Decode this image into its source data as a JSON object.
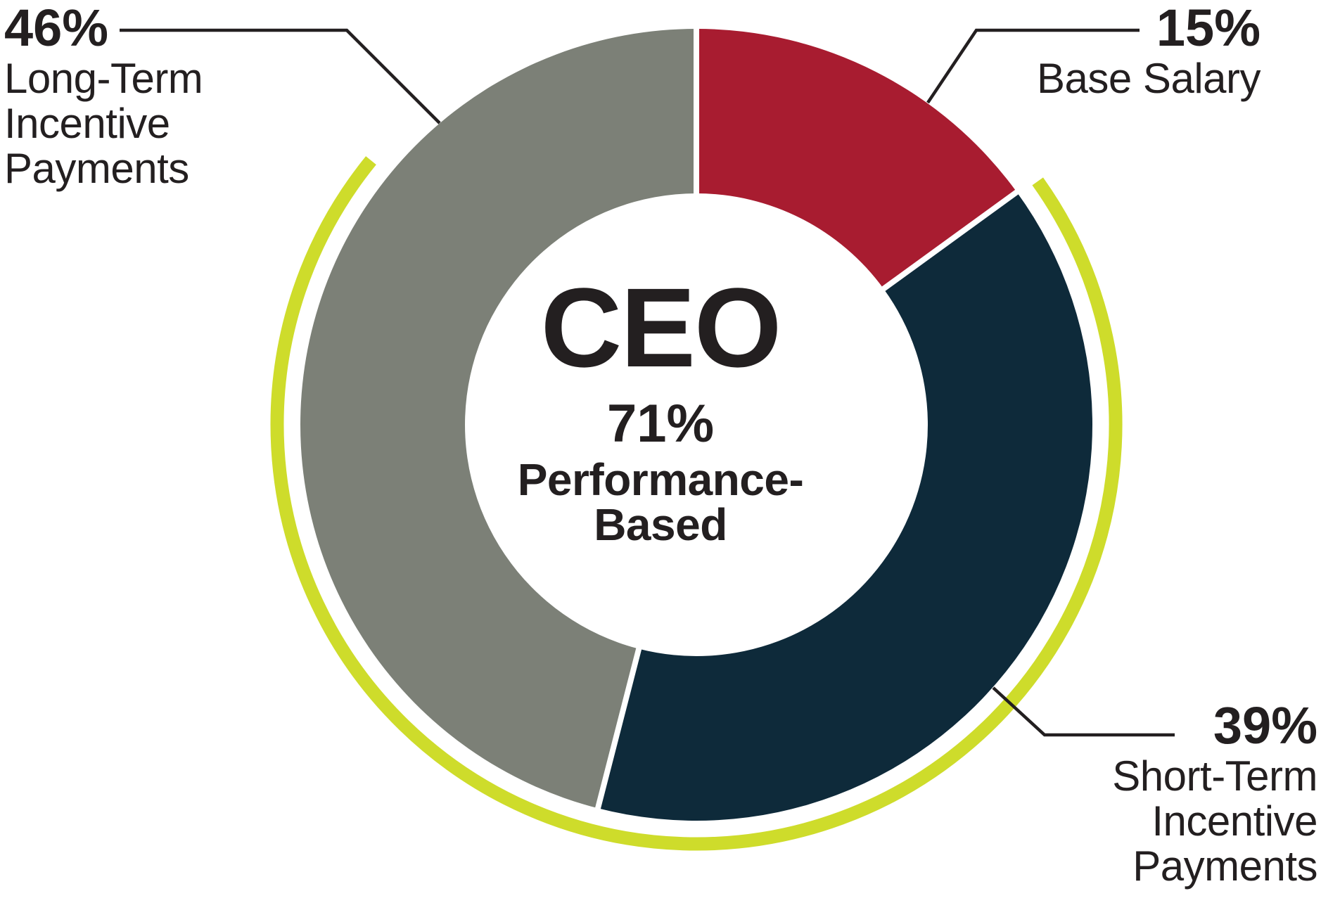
{
  "chart_data": {
    "type": "donut",
    "unit": "percent",
    "direction": "clockwise",
    "start_angle_deg": 0,
    "slices": [
      {
        "label": "Base Salary",
        "value": 15,
        "color": "#A81C30"
      },
      {
        "label": "Short-Term Incentive Payments",
        "value": 39,
        "color": "#0E2A3A"
      },
      {
        "label": "Long-Term Incentive Payments",
        "value": 46,
        "color": "#7C8077"
      }
    ],
    "highlight_arc": {
      "value": 71,
      "color": "#CEDC2B"
    },
    "center_text": [
      "CEO",
      "71%",
      "Performance-",
      "Based"
    ],
    "legend_position": "callout-labels"
  },
  "callouts": {
    "long_term": {
      "pct": "46%",
      "lines": [
        "Long-Term",
        "Incentive",
        "Payments"
      ]
    },
    "base_salary": {
      "pct": "15%",
      "lines": [
        "Base Salary"
      ]
    },
    "short_term": {
      "pct": "39%",
      "lines": [
        "Short-Term",
        "Incentive",
        "Payments"
      ]
    }
  },
  "center": {
    "title": "CEO",
    "pct": "71%",
    "sub_line1": "Performance-",
    "sub_line2": "Based"
  },
  "colors": {
    "base_salary": "#A81C30",
    "short_term": "#0E2A3A",
    "long_term": "#7C8077",
    "highlight": "#CEDC2B",
    "text": "#231F20",
    "leader_line": "#231F20",
    "background": "#FFFFFF"
  }
}
